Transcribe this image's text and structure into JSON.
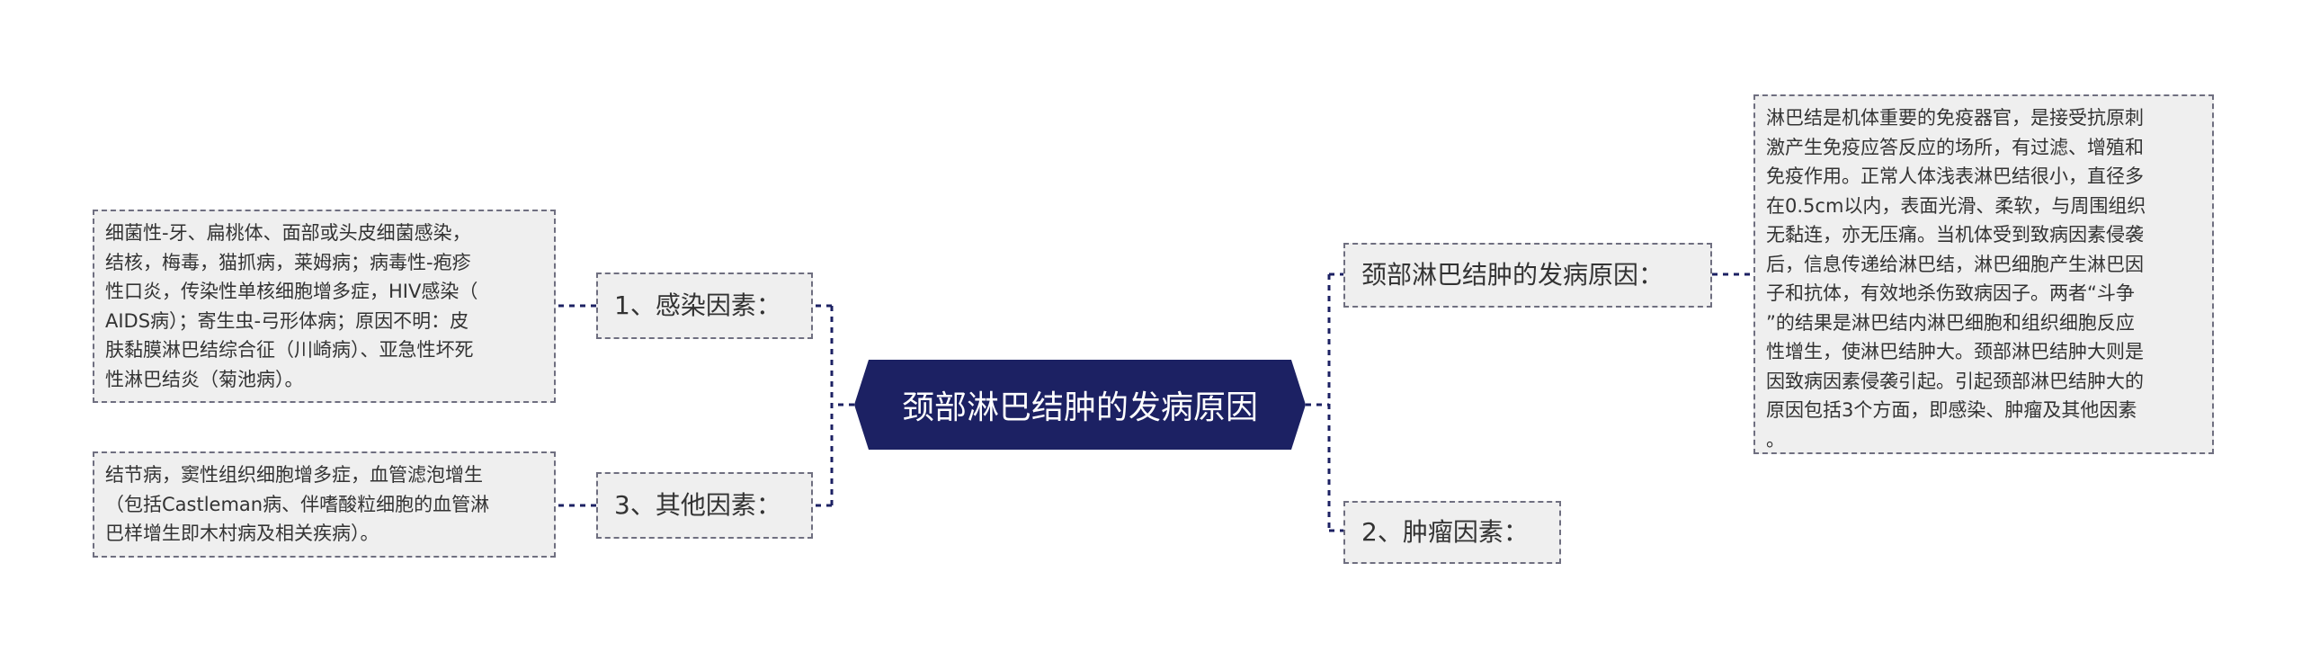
{
  "central": {
    "label": "颈部淋巴结肿的发病原因"
  },
  "right": {
    "cause_title": "颈部淋巴结肿的发病原因：",
    "cause_note_lines": [
      "淋巴结是机体重要的免疫器官，是接受抗原刺",
      "激产生免疫应答反应的场所，有过滤、增殖和",
      "免疫作用。正常人体浅表淋巴结很小，直径多",
      "在0.5cm以内，表面光滑、柔软，与周围组织",
      "无黏连，亦无压痛。当机体受到致病因素侵袭",
      "后，信息传递给淋巴结，淋巴细胞产生淋巴因",
      "子和抗体，有效地杀伤致病因子。两者“斗争",
      "”的结果是淋巴结内淋巴细胞和组织细胞反应",
      "性增生，使淋巴结肿大。颈部淋巴结肿大则是",
      "因致病因素侵袭引起。引起颈部淋巴结肿大的",
      "原因包括3个方面，即感染、肿瘤及其他因素",
      "。"
    ],
    "tumor_title": "2、肿瘤因素："
  },
  "left": {
    "infection_title": "1、感染因素：",
    "infection_note_lines": [
      "细菌性-牙、扁桃体、面部或头皮细菌感染，",
      "结核，梅毒，猫抓病，莱姆病；病毒性-疱疹",
      "性口炎，传染性单核细胞增多症，HIV感染（",
      "AIDS病）；寄生虫-弓形体病；原因不明：皮",
      "肤黏膜淋巴结综合征（川崎病）、亚急性坏死",
      "性淋巴结炎（菊池病）。"
    ],
    "other_title": "3、其他因素：",
    "other_note_lines": [
      "结节病，窦性组织细胞增多症，血管滤泡增生",
      "（包括Castleman病、伴嗜酸粒细胞的血管淋",
      "巴样增生即木村病及相关疾病）。"
    ]
  },
  "colors": {
    "central_fill": "#1c2163",
    "connector": "#1c2163",
    "box_fill": "#efefef",
    "box_border": "#6f6f80"
  }
}
